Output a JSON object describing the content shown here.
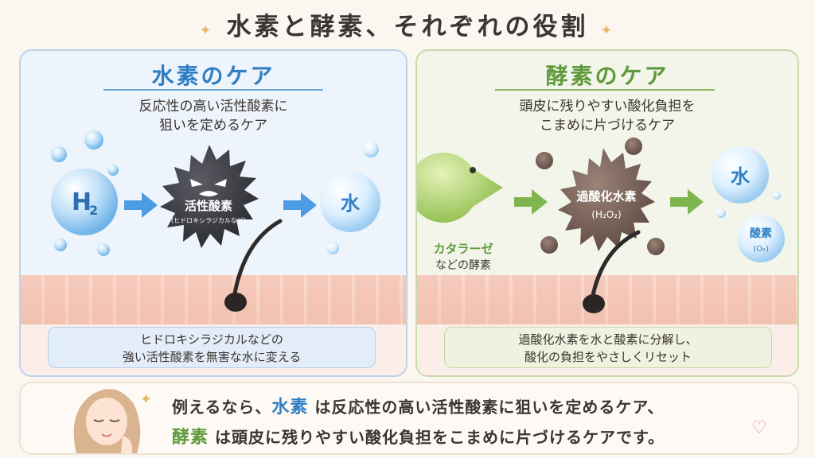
{
  "title": "水素と酵素、それぞれの役割",
  "left_panel": {
    "title": "水素のケア",
    "subtitle_line1": "反応性の高い活性酸素に",
    "subtitle_line2": "狙いを定めるケア",
    "h2_label": "H",
    "h2_subscript": "2",
    "radical_label": "活性酸素",
    "radical_sub": "(ヒドロキシラジカルなど)",
    "water_label": "水",
    "note_line1": "ヒドロキシラジカルなどの",
    "note_line2": "強い活性酸素を無害な水に変える"
  },
  "right_panel": {
    "title": "酵素のケア",
    "subtitle_line1": "頭皮に残りやすい酸化負担を",
    "subtitle_line2": "こまめに片づけるケア",
    "enzyme_label": "カタラーゼ",
    "enzyme_sub": "などの酵素",
    "peroxide_label": "過酸化水素",
    "peroxide_formula": "(H₂O₂)",
    "water_label": "水",
    "oxygen_label": "酸素",
    "oxygen_formula": "(O₂)",
    "note_line1": "過酸化水素を水と酸素に分解し、",
    "note_line2": "酸化の負担をやさしくリセット"
  },
  "bottom": {
    "line1_prefix": "例えるなら、",
    "line1_keyword": "水素",
    "line1_rest": " は反応性の高い活性酸素に狙いを定めるケア、",
    "line2_keyword": "酵素",
    "line2_rest": " は頭皮に残りやすい酸化負担をこまめに片づけるケアです。"
  },
  "colors": {
    "hydrogen_blue": "#2f7fc4",
    "enzyme_green": "#5f9a3c",
    "radical_dark": "#3a3a42",
    "peroxide_brown": "#7a645b"
  }
}
